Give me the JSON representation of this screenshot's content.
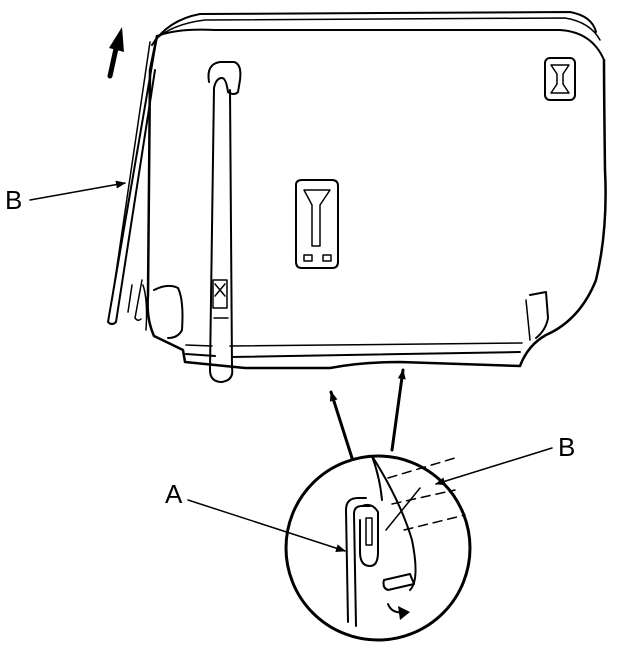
{
  "callouts": {
    "a": "A",
    "b_upper": "B",
    "b_detail": "B"
  },
  "colors": {
    "line": "#000000",
    "background": "#ffffff"
  },
  "icons": [
    "direction-arrow-icon",
    "flat-clip-icon",
    "bottom-latch-icon"
  ]
}
